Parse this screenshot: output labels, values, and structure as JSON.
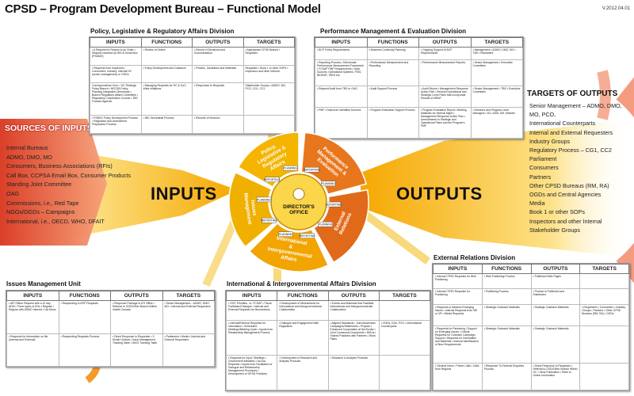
{
  "title": "CPSD – Program Development Bureau – Functional Model",
  "version": "V.2012.04.01",
  "big_labels": {
    "inputs": "INPUTS",
    "outputs": "OUTPUTS"
  },
  "sources": {
    "heading": "SOURCES OF INPUTS",
    "items": [
      "Internal Bureaus",
      "ADMO, DMO, MO",
      "Consumers, Business Associations (RFIs)",
      "Call Box, CCPSA Email Box, Consumer Products",
      "Standing Joint Committee",
      "OAG",
      "Commissions, i.e., Red Tape",
      "NGOs/OGDs – Campaigns",
      "International, i.e., OECD, WHO, DFAIT"
    ]
  },
  "targets": {
    "heading": "TARGETS OF OUTPUTS",
    "items": [
      "Senior Management – ADMO, DMO,",
      "MO, PCO,",
      "International Counterparts",
      "Internal and External Requesters",
      "Industry Groups",
      "Regulatory Process – CG1, CC2",
      "Parliament",
      "Consumers",
      "Partners",
      "Other CPSD Bureaus (RM, RA)",
      "OGDs and Central Agencies",
      "Media",
      "Book 1 or other SOPs",
      "Inspectors and other Internal",
      "Stakeholder Groups"
    ]
  },
  "center": {
    "label": "DIRECTOR'S OFFICE",
    "wedges": {
      "policy": "Policy, Legislative & Regulatory Affairs",
      "performance": "Performance Management & Evaluation",
      "external": "External Relations",
      "international": "International & Intergovernmental Affairs",
      "issues": "Issues Management"
    },
    "tags": [
      "REPORTING",
      "PLANNING",
      "REPORTING",
      "PLANNING",
      "REPORTING",
      "PLANNING",
      "REPORTING",
      "PLANNING",
      "REPORTING",
      "PLANNING"
    ]
  },
  "columns": {
    "inputs": "INPUTS",
    "functions": "FUNCTIONS",
    "outputs": "OUTPUTS",
    "targets": "TARGETS"
  },
  "divisions": {
    "policy": {
      "title": "Policy, Legislative & Regulatory Affairs Division",
      "rows": [
        [
          "• A Request for Review of an Order • Request received @ DECD Email Box (PSAMO)",
          "• Review of Orders",
          "• Record of Decisions and Documentation",
          "• Appropriate CPSD Branch • Requester"
        ],
        [
          "• Requests from Inspectors, Consumers, Industry, Internal HC (senior management) or OGDs",
          "• Policy Development and Guidance",
          "• Policies, Guidelines and Materials",
          "Requester • Book 1 or other SOPs • Inspectors and other Internal"
        ],
        [
          "Correspondence from: • HC Strategic Policy Branch • HECSB Policy Planning Integration Directorate • Branch Regulatory Affairs Committee • Regulatory Cooperation Council • TBS Forward Agenda",
          "• Managing Requests for HC & GoC-Wide Initiatives",
          "• Responses to Requests",
          "Stakeholder Groups • ADMO, MO, PCO, CG1, CC2"
        ],
        [
          "• PSBKO Policy Development Process • Regulation and Amendment Preparation Process",
          "• IMC Secretariat Process",
          "• Records of Decision",
          ""
        ]
      ]
    },
    "performance": {
      "title": "Performance Management & Evaluation Division",
      "rows": [
        [
          "• BCP Policy Requirements",
          "• Business Continuity Planning",
          "• Ongoing Support of BCP Requirements",
          "• Management • ADMO, DMO, MO • TBS • Parliament"
        ],
        [
          "• Reporting Process • Directorate Performance Measurement Framework • FCSAP PMF Requirements • Data Sources: Operational Systems, PSIS, BIDEAR, TAES etc.",
          "• Performance Measurement and Reporting",
          "• Performance Measurement Reports",
          "• Senior Management • Executive Committee"
        ],
        [
          "• Request Audit from TBS or OAG",
          "• Audit Support Process",
          "• Audit Report • Management Response Action Plan • Revised Operational and Strategic Level Plans that Incorporate Results of MRAP",
          "• Senior Management • TBS • Executive Committee"
        ],
        [
          "• PMF • Data from Identified Sources",
          "• Program Evaluation Support Process",
          "• Program Evaluation Report • Briefing Materials for Internal Mgmt • Management Response Action Plan • Amendments to Strategic and Operational Plans and the Program's PMF",
          "• Directors and Program-Level Managers • DG, ADM, DM, Minister"
        ]
      ]
    },
    "issues": {
      "title": "Issues Management Unit",
      "rows": [
        [
          "• AIP Officer Request with a 10 day ADM • Three types of ATIs • Regular • Regular with ADMO Interest • Hot Items",
          "• Responding to ATIP Requests",
          "• Response Package to ATI Office • Referral to OGD/Other Branch Within Health Canada",
          "• Senior Management – ADMO, DMO, MO • Internal and External Requesters"
        ],
        [
          "• Requests for Information on file (Internal and External)",
          "• Responding Requests Process",
          "• Direct Response to Requester • 3 Month Outlook • Issue Management Tracking Table • IMCS Tracking Table",
          "• Parliament • Media • Internal and External Requesters"
        ]
      ]
    },
    "international": {
      "title": "International & Intergovernmental Affairs Division",
      "rows": [
        [
          "• GOC Priorities, i.e. FCSAP • Fiscal Facilitated Dialogue • Internal and External Requests for Mechanisms",
          "• Development of Mechanisms for International and Intergovernmental Collaboration",
          "• Events and Materials that Facilitate International and Intergovernmental Collaboration",
          ""
        ],
        [
          "• Internal/External Requests for Information • Scheduled Meetings/Meeting Cycle • Inputs from Relationship Management Process",
          "• Dialogue and Engagement With Regulators",
          "• Aligned Standards • Joint Awareness Campaigns/Statements • Projects • Enhanced Cooperation at the Border • Joint Consensus Documents • MOUs • Shared Positions with Partners • Work Plans",
          "• OGDs, DGs, PCO • International Counterparts"
        ],
        [
          "• Requests for Input / Briefings • Government Initiatives • Ad-hoc Requests • Inputs from Facilitation of Dialogue and Relationship Management Processes • Development of GPSD Positions",
          "• Development of Research and Analysis Products",
          "• Research & Analysis Products",
          ""
        ]
      ]
    },
    "external": {
      "title": "External Relations Division",
      "rows": [
        [
          "• Internal CPSD Requests for Web Publishing",
          "• Web Publishing Process",
          "• Published Web Pages",
          ""
        ],
        [
          "• Internal CPSD Requests for Publishing",
          "• Publishing Process",
          "• Product is Published and Distributed",
          ""
        ],
        [
          "• Requests to Address Emerging Issues • Internal Requests from NR or VR • Media Requests",
          "• Strategic Outreach Materials",
          "• Strategic Outreach Materials",
          "• Requesters • Consumers • Industry Groups • Partners • Other CPSD Bureaus (RM, RA) • OGDs"
        ],
        [
          "• Requests for Partnering / Support on Emerging Issues • Critical Requests for Outreach Campaign Support • Requests for Information and Materials • Internal Identification of New Requirements",
          "• Strategic Outreach Materials",
          "• Strategic Outreach Materials",
          ""
        ],
        [
          "• General Inbox • Phone Calls • Calls from Regions",
          "• Response To External Enquiries Process",
          "• Direct Response to Requester • Referral to OGD/Other Branch Within HC • Send Publication • Refer to Online Information",
          ""
        ]
      ]
    }
  }
}
